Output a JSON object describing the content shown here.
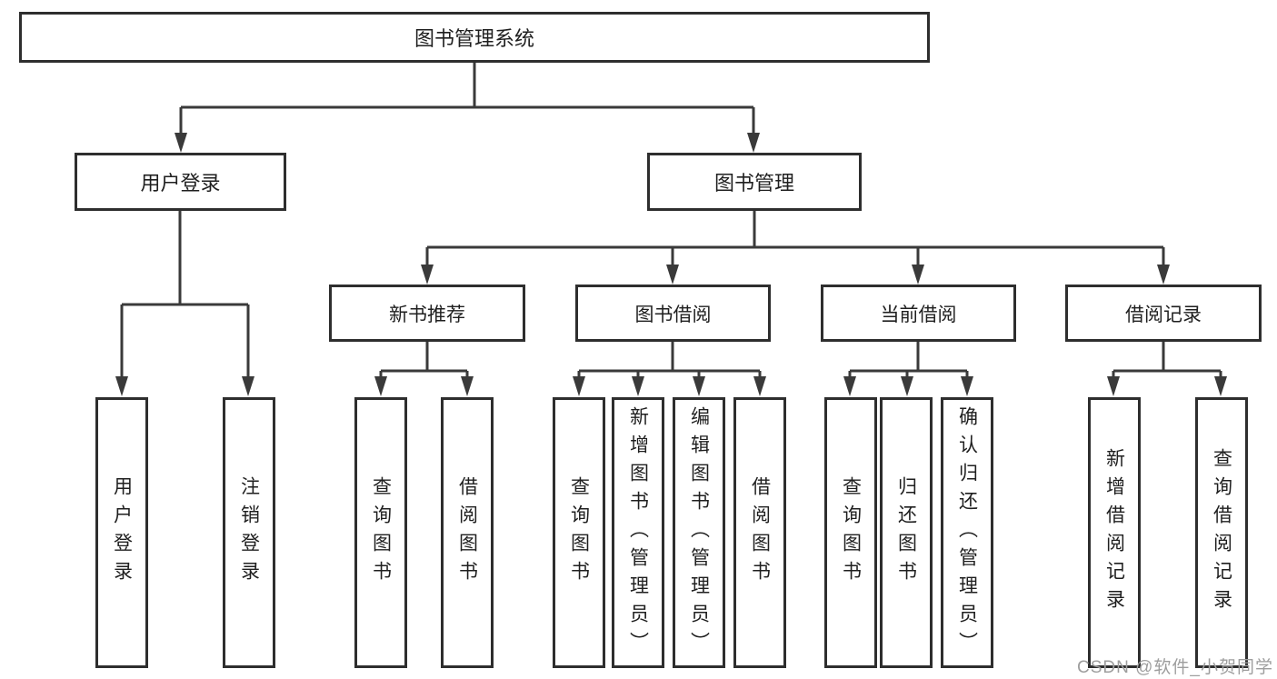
{
  "colors": {
    "background": "#ffffff",
    "line": "#3a3a3a",
    "box_border": "#2e2e2e",
    "text": "#1f1f1f",
    "watermark": "#9e9e9e"
  },
  "tree": {
    "root_label": "图书管理系统",
    "user_branch": {
      "label": "用户登录",
      "leaves": [
        "用户登录",
        "注销登录"
      ]
    },
    "book_branch": {
      "label": "图书管理",
      "groups": [
        {
          "label": "新书推荐",
          "leaves": [
            "查询图书",
            "借阅图书"
          ]
        },
        {
          "label": "图书借阅",
          "leaves": [
            "查询图书",
            "新增图书（管理员）",
            "编辑图书（管理员）",
            "借阅图书"
          ]
        },
        {
          "label": "当前借阅",
          "leaves": [
            "查询图书",
            "归还图书",
            "确认归还（管理员）"
          ]
        },
        {
          "label": "借阅记录",
          "leaves": [
            "新增借阅记录",
            "查询借阅记录"
          ]
        }
      ]
    }
  },
  "watermark": {
    "text": "CSDN @软件_小贺同学"
  }
}
